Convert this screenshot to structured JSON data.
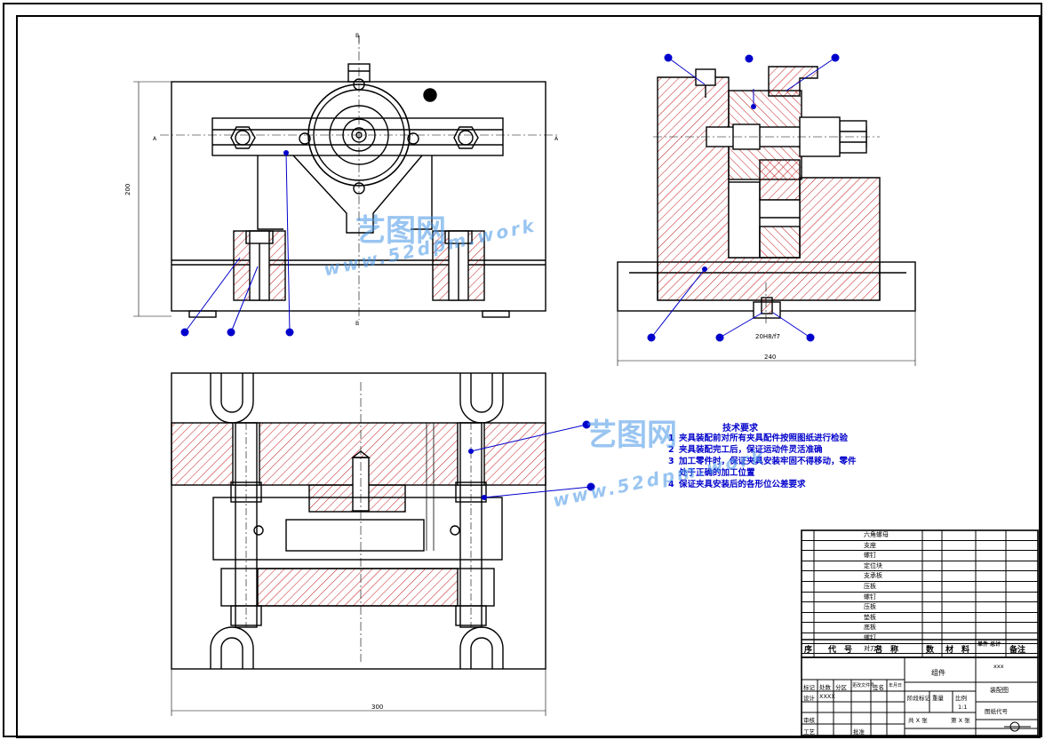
{
  "views": {
    "section_b_label": "B",
    "section_a_label": "A",
    "dim_front_height": "200",
    "dim_side_width": "240",
    "dim_top_width": "300",
    "fit_callout": "20H8/f7"
  },
  "tech_requirements": {
    "title": "技术要求",
    "items": [
      {
        "num": "1",
        "text": "夹具装配前对所有夹具配件按照图纸进行检验"
      },
      {
        "num": "2",
        "text": "夹具装配完工后，保证运动件灵活准确"
      },
      {
        "num": "3",
        "text": "加工零件时，保证夹具安装牢固不得移动，零件"
      },
      {
        "num": "",
        "text": "处于正确的加工位置"
      },
      {
        "num": "4",
        "text": "保证夹具安装后的各形位公差要求"
      }
    ]
  },
  "bom": {
    "rows": [
      {
        "idx": "",
        "code": "",
        "name": "六角螺母",
        "qty": "",
        "material": "",
        "remark": ""
      },
      {
        "idx": "",
        "code": "",
        "name": "支座",
        "qty": "",
        "material": "",
        "remark": ""
      },
      {
        "idx": "",
        "code": "",
        "name": "螺钉",
        "qty": "",
        "material": "",
        "remark": ""
      },
      {
        "idx": "",
        "code": "",
        "name": "定位块",
        "qty": "",
        "material": "",
        "remark": ""
      },
      {
        "idx": "",
        "code": "",
        "name": "支承板",
        "qty": "",
        "material": "",
        "remark": ""
      },
      {
        "idx": "",
        "code": "",
        "name": "压板",
        "qty": "",
        "material": "",
        "remark": ""
      },
      {
        "idx": "",
        "code": "",
        "name": "螺钉",
        "qty": "",
        "material": "",
        "remark": ""
      },
      {
        "idx": "",
        "code": "",
        "name": "压板",
        "qty": "",
        "material": "",
        "remark": ""
      },
      {
        "idx": "",
        "code": "",
        "name": "垫板",
        "qty": "",
        "material": "",
        "remark": ""
      },
      {
        "idx": "",
        "code": "",
        "name": "底板",
        "qty": "",
        "material": "",
        "remark": ""
      },
      {
        "idx": "",
        "code": "",
        "name": "螺钉",
        "qty": "",
        "material": "",
        "remark": ""
      },
      {
        "idx": "",
        "code": "",
        "name": "对刀块",
        "qty": "",
        "material": "",
        "remark": ""
      }
    ],
    "header": {
      "idx": "序",
      "code": "代　号",
      "name": "名　称",
      "qty": "数",
      "material": "材　料",
      "weight": "单件 总计",
      "remark": "备注"
    }
  },
  "title_block": {
    "group": "组件",
    "company": "xxx",
    "drawing_name": "装配图",
    "scale": "1:1",
    "drawing_no_label": "图纸代号",
    "labels": [
      "标记",
      "处数",
      "分区",
      "更改文件号",
      "签名",
      "年月日"
    ],
    "design_label": "设计",
    "design_value": "XXXX",
    "stage_label": "阶段标记",
    "weight_label": "重量",
    "scale_label": "比例",
    "review_label": "审核",
    "process_label": "工艺",
    "approve_label": "批准",
    "sheet_total": "共 X 张",
    "sheet_no": "第 X 张"
  },
  "watermark": {
    "brand": "艺图网",
    "url_top": "www.52dpm.work",
    "url_bottom": "www.52dpm.work"
  },
  "colors": {
    "line": "#000000",
    "hatch": "#b80000",
    "leader": "#0000cc",
    "watermark": "#4696e6"
  }
}
